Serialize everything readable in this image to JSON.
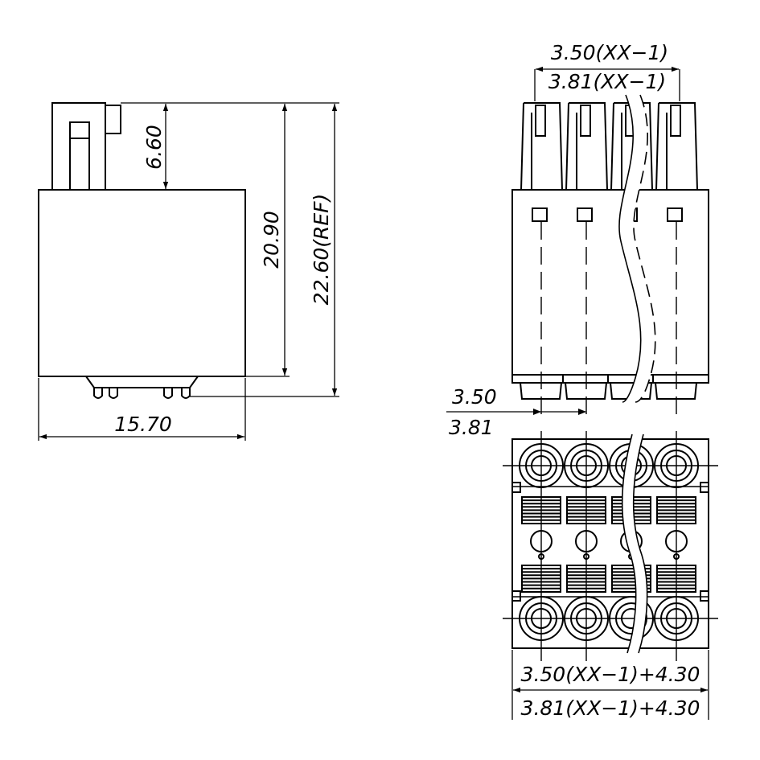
{
  "dimensions": {
    "side_width": "15.70",
    "side_top_height": "6.60",
    "side_body_height": "20.90",
    "side_total_height": "22.60(REF)",
    "top_pitch_350": "3.50(XX−1)",
    "top_pitch_381": "3.81(XX−1)",
    "pitch_350": "3.50",
    "pitch_381": "3.81",
    "bottom_width_350": "3.50(XX−1)+4.30",
    "bottom_width_381": "3.81(XX−1)+4.30"
  },
  "colors": {
    "line": "#000000",
    "background": "#ffffff"
  }
}
